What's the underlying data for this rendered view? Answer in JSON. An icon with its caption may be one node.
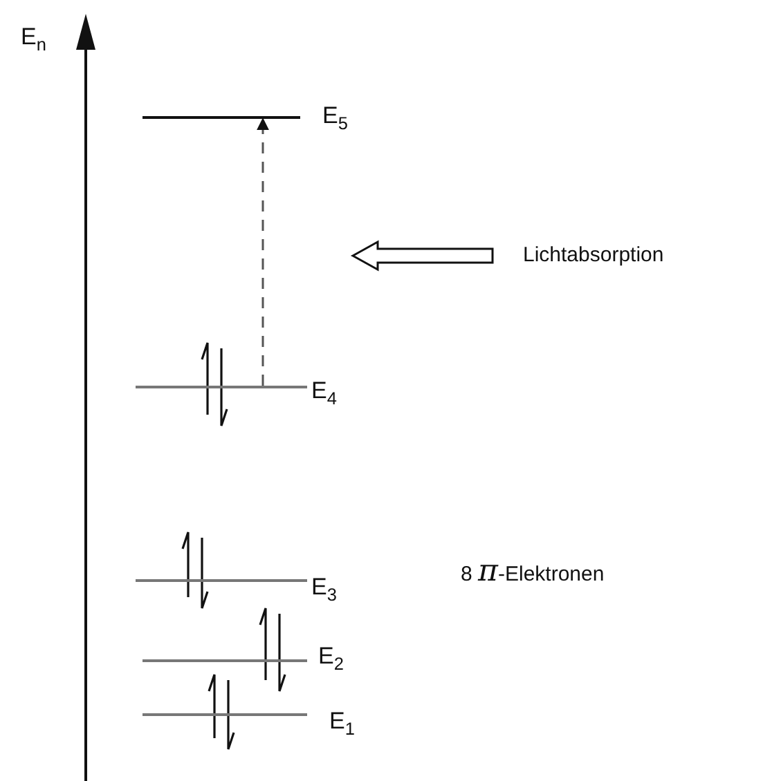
{
  "diagram": {
    "nodes": [
      {
        "text": [
          "E$_{5}$"
        ]
      },
      {
        "text": [
          "Lichtabsorption"
        ]
      },
      {
        "text": [
          "E$_{4}$"
        ]
      },
      {
        "text": [
          "E$_{3}$"
        ]
      },
      {
        "text": [
          "E$_{2}$"
        ]
      },
      {
        "text": [
          "E$_{1}$"
        ]
      }
    ],
    "edges": [
      {
        "from": 2,
        "to": 0,
        "arrow": "to",
        "style": "dashed"
      },
      {
        "from": 1,
        "to": null,
        "arrow": "to"
      }
    ],
    "labels": [
      "E$_{n}$",
      "8 *π*-Elektronen"
    ]
  }
}
